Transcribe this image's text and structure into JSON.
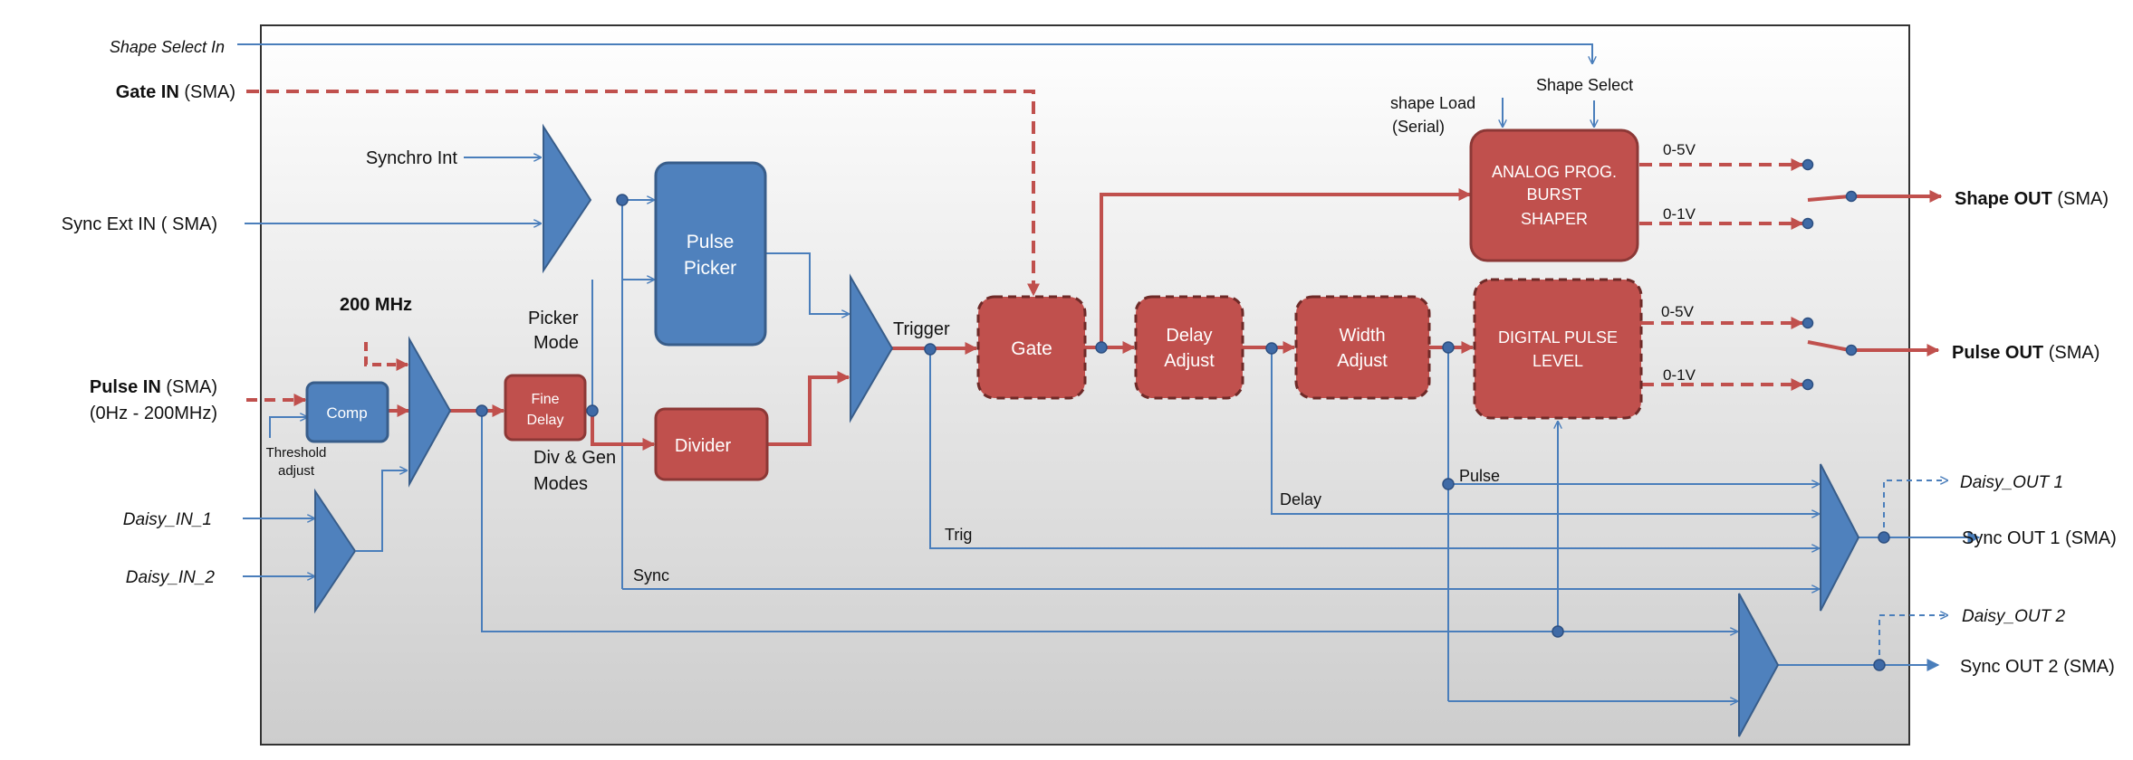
{
  "inputs": {
    "shape_select_in": "Shape Select In",
    "gate_in_bold": "Gate IN",
    "gate_in_rest": " (SMA)",
    "synchro_int": "Synchro Int",
    "sync_ext_in": "Sync Ext IN ( SMA)",
    "pulse_in_bold": "Pulse IN",
    "pulse_in_rest": " (SMA)",
    "pulse_in_range": "(0Hz - 200MHz)",
    "daisy_in_1": "Daisy_IN_1",
    "daisy_in_2": "Daisy_IN_2"
  },
  "labels": {
    "freq": "200 MHz",
    "threshold_1": "Threshold",
    "threshold_2": "adjust",
    "picker_mode_1": "Picker",
    "picker_mode_2": "Mode",
    "div_gen_1": "Div & Gen",
    "div_gen_2": "Modes",
    "trigger": "Trigger",
    "shape_load_1": "shape Load",
    "shape_load_2": "(Serial)",
    "shape_select": "Shape Select",
    "v05_top": "0-5V",
    "v01_top": "0-1V",
    "v05_bot": "0-5V",
    "v01_bot": "0-1V",
    "pulse": "Pulse",
    "delay": "Delay",
    "trig": "Trig",
    "sync": "Sync"
  },
  "blocks": {
    "comp": "Comp",
    "fine_delay_1": "Fine",
    "fine_delay_2": "Delay",
    "pulse_picker_1": "Pulse",
    "pulse_picker_2": "Picker",
    "divider": "Divider",
    "gate": "Gate",
    "delay_adjust_1": "Delay",
    "delay_adjust_2": "Adjust",
    "width_adjust_1": "Width",
    "width_adjust_2": "Adjust",
    "analog_1": "ANALOG PROG.",
    "analog_2": "BURST",
    "analog_3": "SHAPER",
    "digital_1": "DIGITAL PULSE",
    "digital_2": "LEVEL"
  },
  "outputs": {
    "shape_out_bold": "Shape OUT",
    "shape_out_rest": " (SMA)",
    "pulse_out_bold": "Pulse OUT",
    "pulse_out_rest": " (SMA)",
    "daisy_out_1": "Daisy_OUT 1",
    "sync_out_1": "Sync OUT 1 (SMA)",
    "daisy_out_2": "Daisy_OUT 2",
    "sync_out_2": "Sync OUT 2 (SMA)"
  },
  "colors": {
    "blue_fill": "#4f81bd",
    "blue_stroke": "#385d8a",
    "red_fill": "#c0504d",
    "red_stroke": "#8c3836",
    "signal_blue": "#4a7ebb",
    "signal_red": "#c0504d",
    "panel_top": "#ffffff",
    "panel_bottom": "#cfcfcf"
  }
}
